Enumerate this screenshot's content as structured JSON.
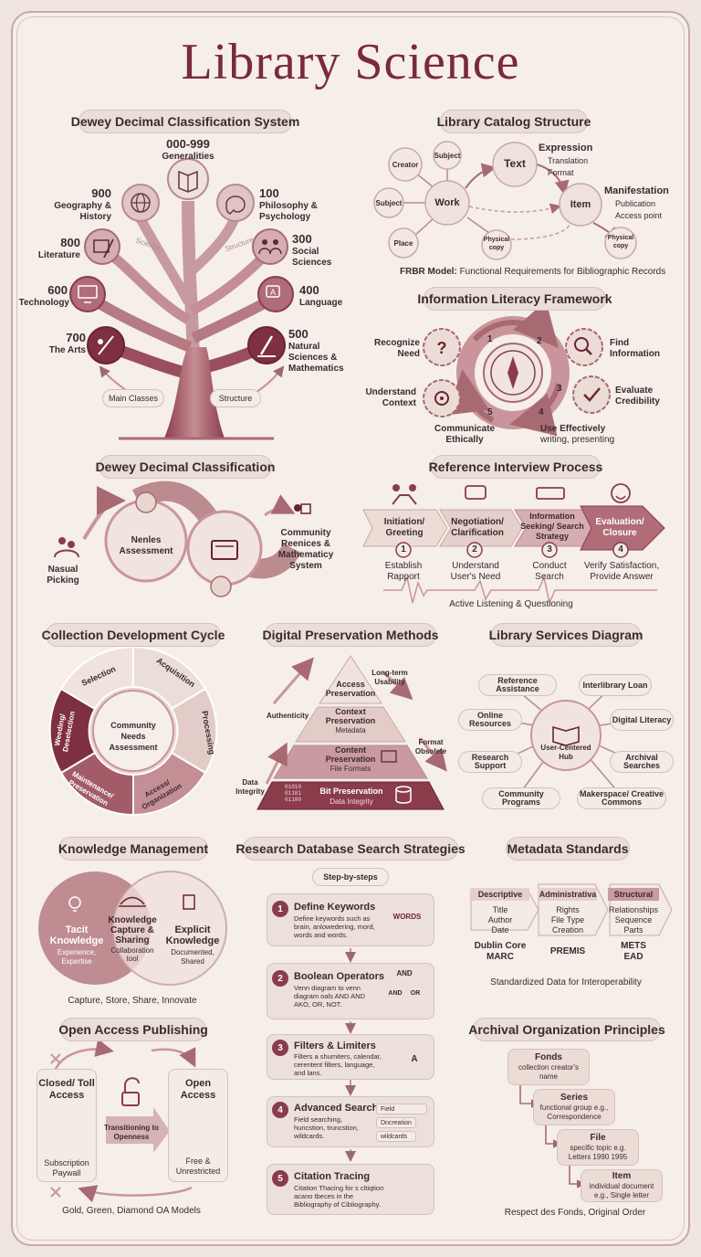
{
  "title": "Library Science",
  "colors": {
    "maroon": "#7a2a3a",
    "mauve": "#a86a72",
    "rose": "#d6b3b2",
    "cream": "#f5eee9"
  },
  "dewey_tree": {
    "heading": "Dewey Decimal Classification System",
    "top": {
      "num": "000-999",
      "name": "Generalities",
      "icon": "book-icon"
    },
    "left": [
      {
        "num": "900",
        "name": "Geography & History",
        "icon": "globe-icon"
      },
      {
        "num": "800",
        "name": "Literature",
        "icon": "book-pen-icon"
      },
      {
        "num": "600",
        "name": "Technology",
        "icon": "computer-icon"
      },
      {
        "num": "700",
        "name": "The Arts",
        "icon": "paintbrush-icon"
      }
    ],
    "right": [
      {
        "num": "100",
        "name": "Philosophy & Psychology",
        "icon": "brain-icon"
      },
      {
        "num": "300",
        "name": "Social Sciences",
        "icon": "people-icon"
      },
      {
        "num": "400",
        "name": "Language",
        "icon": "translate-icon"
      },
      {
        "num": "500",
        "name": "Natural Sciences & Mathematics",
        "icon": "microscope-icon"
      }
    ],
    "branch_labels": [
      "Science",
      "Structure"
    ],
    "footer_left": "Main Classes",
    "footer_right": "Structure"
  },
  "catalog": {
    "heading": "Library Catalog Structure",
    "nodes": {
      "work": "Work",
      "text": "Text",
      "item": "Item",
      "creator": "Creator",
      "subject_top": "Subject",
      "subject_left": "Subject",
      "place": "Place",
      "physical_copy": "Physical copy",
      "physical_copy2": "Physical copy"
    },
    "expression": {
      "title": "Expression",
      "lines": [
        "Translation",
        "Format"
      ]
    },
    "manifestation": {
      "title": "Manifestation",
      "lines": [
        "Publication",
        "Access point"
      ]
    },
    "caption_bold": "FRBR Model:",
    "caption": "Functional Requirements for Bibliographic Records"
  },
  "info_literacy": {
    "heading": "Information Literacy Framework",
    "steps": [
      {
        "label": "Recognize Need",
        "icon": "question-gear-icon"
      },
      {
        "label": "Find Information",
        "icon": "search-gear-icon"
      },
      {
        "label": "Evaluate Credibility",
        "icon": "check-gear-icon"
      },
      {
        "label": "Use Effectively",
        "sub": "writing, presenting"
      },
      {
        "label": "Communicate Ethically"
      },
      {
        "label": "Understand Context",
        "icon": "gear-icon"
      }
    ],
    "numbers": [
      "1",
      "2",
      "3",
      "4",
      "5"
    ]
  },
  "dewey_flow": {
    "heading": "Dewey Decimal Classification",
    "left_label": "Nasual Picking",
    "center_label": "Nenles Assessment",
    "right_label": "Community Reenices & Mathematicy System"
  },
  "reference": {
    "heading": "Reference Interview Process",
    "steps": [
      {
        "title": "Initiation/ Greeting",
        "num": "1",
        "desc": "Establish Rapport",
        "icon": "handshake-icon"
      },
      {
        "title": "Negotiation/ Clarification",
        "num": "2",
        "desc": "Understand User's Need",
        "icon": "chat-icon"
      },
      {
        "title": "Information Seeking/ Search Strategy",
        "num": "3",
        "desc": "Conduct Search",
        "icon": "keyboard-icon"
      },
      {
        "title": "Evaluation/ Closure",
        "num": "4",
        "desc": "Verify Satisfaction, Provide Answer",
        "icon": "smile-icon"
      }
    ],
    "footer": "Active Listening & Questioning"
  },
  "collection": {
    "heading": "Collection Development Cycle",
    "center": "Community Needs Assessment",
    "segments": [
      "Selection",
      "Acquisition",
      "Processing",
      "Access/ Organization",
      "Maintenance/ Preservation",
      "Weeding/ Deselection"
    ]
  },
  "preservation": {
    "heading": "Digital Preservation Methods",
    "levels": [
      {
        "title": "Access Preservation",
        "sub": ""
      },
      {
        "title": "Context Preservation",
        "sub": "Metadata"
      },
      {
        "title": "Content Preservation",
        "sub": "File Formats"
      },
      {
        "title": "Bit Preservation",
        "sub": "Data Integrity"
      }
    ],
    "side_labels": {
      "long_term": "Long-term Usability",
      "authenticity": "Authenticity",
      "format": "Format Obsolete",
      "data": "Data Integrity"
    },
    "binary": "01010 01101 01100"
  },
  "services": {
    "heading": "Library Services Diagram",
    "hub": "User-Centered Hub",
    "items": [
      "Reference Assistance",
      "Interlibrary Loan",
      "Digital Literacy",
      "Online Resources",
      "Archival Searches",
      "Research Support",
      "Community Programs",
      "Makerspace/ Creative Commons"
    ]
  },
  "knowledge": {
    "heading": "Knowledge Management",
    "left_title": "Tacit Knowledge",
    "left_sub": "Experience, Expertise",
    "mid_title": "Knowledge Capture & Sharing",
    "mid_sub": "Collaboration tool",
    "right_title": "Explicit Knowledge",
    "right_sub": "Documented, Shared",
    "footer": "Capture, Store, Share, Innovate"
  },
  "search": {
    "heading": "Research Database Search Strategies",
    "subheading": "Step-by-steps",
    "steps": [
      {
        "num": "1",
        "title": "Define Keywords",
        "desc": "Define keywords such as brain, anlowedering, mord, words and words.",
        "icon": "brain-words-icon",
        "icon_text": "WORDS"
      },
      {
        "num": "2",
        "title": "Boolean Operators",
        "desc": "Venn diagram to venn diagram oals AND AND AKO, OR, NOT.",
        "icon": "venn-icon",
        "icon_text": "AND"
      },
      {
        "num": "3",
        "title": "Filters & Limiters",
        "desc": "Filters a shumiters, calendar, cerentent filters, language, and lans.",
        "icon": "calendar-icon",
        "icon_text": "A"
      },
      {
        "num": "4",
        "title": "Advanced Search",
        "desc": "Field searching, huncstion, truncstion, wildcards.",
        "icon": "search-fields-icon",
        "fields": [
          "Field",
          "Dncreation",
          "wildcards"
        ]
      },
      {
        "num": "5",
        "title": "Citation Tracing",
        "desc": "Citation Thacing for s cltiqtion acano tbeces in the Bibliography of Cibliography.",
        "icon": "chain-icon"
      }
    ],
    "venn_labels": [
      "AND",
      "AND",
      "OR"
    ]
  },
  "metadata": {
    "heading": "Metadata Standards",
    "columns": [
      {
        "title": "Descriptive",
        "lines": [
          "Title",
          "Author",
          "Date"
        ],
        "std": [
          "Dublin Core",
          "MARC"
        ]
      },
      {
        "title": "Administrativa",
        "lines": [
          "Rights",
          "File Type",
          "Creation"
        ],
        "std": [
          "PREMIS"
        ]
      },
      {
        "title": "Structural",
        "lines": [
          "Relationships",
          "Sequence",
          "Parts"
        ],
        "std": [
          "METS",
          "EAD"
        ]
      }
    ],
    "footer": "Standardized Data for Interoperability"
  },
  "open_access": {
    "heading": "Open Access Publishing",
    "closed_title": "Closed/ Toll Access",
    "closed_sub": "Subscription Paywall",
    "transition": "Transitioning to Openness",
    "open_title": "Open Access",
    "open_sub": "Free & Unrestricted",
    "footer": "Gold, Green, Diamond OA Models"
  },
  "archival": {
    "heading": "Archival Organization Principles",
    "levels": [
      {
        "title": "Fonds",
        "sub": "collection creator's name"
      },
      {
        "title": "Series",
        "sub": "functional group e.g., Correspondence"
      },
      {
        "title": "File",
        "sub": "specific topic e.g. Letters 1990 1995"
      },
      {
        "title": "Item",
        "sub": "individual document e.g., Single letter"
      }
    ],
    "footer": "Respect des Fonds, Original Order"
  }
}
